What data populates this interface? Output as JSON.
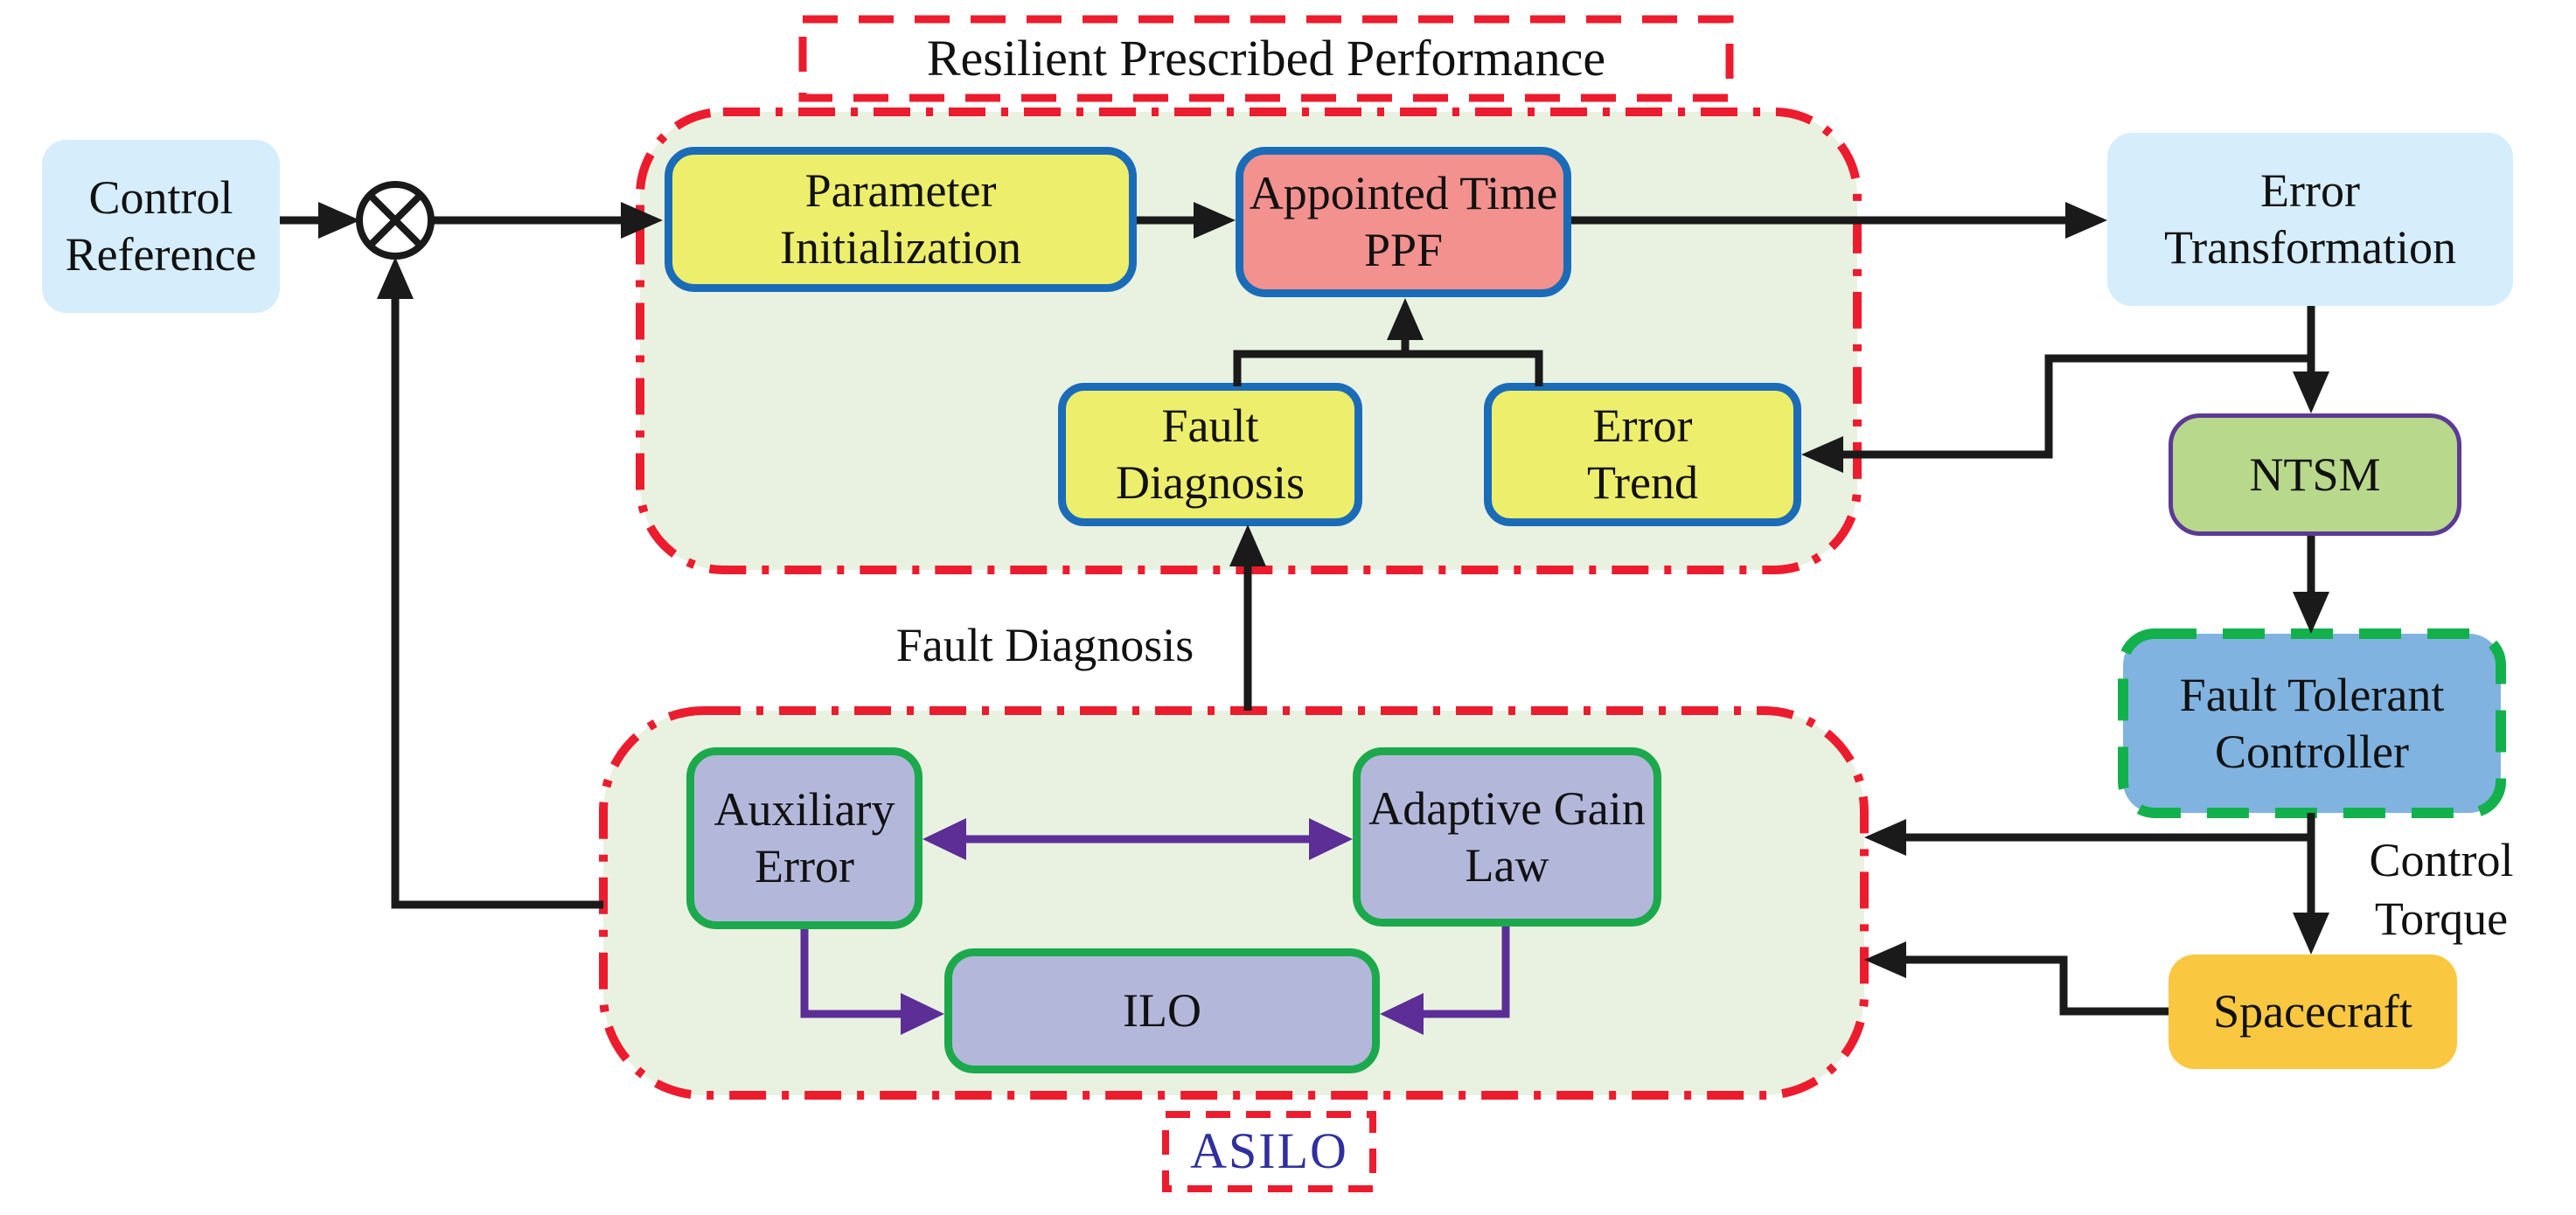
{
  "diagram": {
    "title": "Resilient Prescribed Performance",
    "asilo_caption": "ASILO",
    "nodes": {
      "control_reference": {
        "lines": [
          "Control",
          "Reference"
        ],
        "fill": "#d6edfb"
      },
      "parameter_initialization": {
        "lines": [
          "Parameter",
          "Initialization"
        ],
        "fill": "#edee6b",
        "border": "#1b6cb8"
      },
      "appointed_time_ppf": {
        "lines": [
          "Appointed Time",
          "PPF"
        ],
        "fill": "#f2918e",
        "border": "#1b6cb8"
      },
      "fault_diagnosis": {
        "lines": [
          "Fault",
          "Diagnosis"
        ],
        "fill": "#edee6b",
        "border": "#1b6cb8"
      },
      "error_trend": {
        "lines": [
          "Error",
          "Trend"
        ],
        "fill": "#edee6b",
        "border": "#1b6cb8"
      },
      "error_transformation": {
        "lines": [
          "Error",
          "Transformation"
        ],
        "fill": "#d6edfb"
      },
      "ntsm": {
        "lines": [
          "NTSM"
        ],
        "fill": "#b8d88b",
        "border": "#5c3a96"
      },
      "fault_tolerant_controller": {
        "lines": [
          "Fault Tolerant",
          "Controller"
        ],
        "fill": "#80b3e0",
        "border": "#12b14c"
      },
      "spacecraft": {
        "lines": [
          "Spacecraft"
        ],
        "fill": "#f9c840"
      },
      "auxiliary_error": {
        "lines": [
          "Auxiliary",
          "Error"
        ],
        "fill": "#b3b8db",
        "border": "#1ca94c"
      },
      "adaptive_gain_law": {
        "lines": [
          "Adaptive Gain",
          "Law"
        ],
        "fill": "#b3b8db",
        "border": "#1ca94c"
      },
      "ilo": {
        "lines": [
          "ILO"
        ],
        "fill": "#b3b8db",
        "border": "#1ca94c"
      }
    },
    "edge_labels": {
      "fault_diagnosis_signal": "Fault Diagnosis",
      "control_torque": {
        "lines": [
          "Control",
          "Torque"
        ]
      }
    },
    "colors": {
      "container_fill": "#e9f2e1",
      "container_border_red": "#ec1c2e",
      "arrow_black": "#1a1a1a",
      "arrow_purple": "#5c2e96",
      "asilo_caption_text": "#2f2f9d",
      "sum_junction_fill": "#ffffff"
    }
  }
}
